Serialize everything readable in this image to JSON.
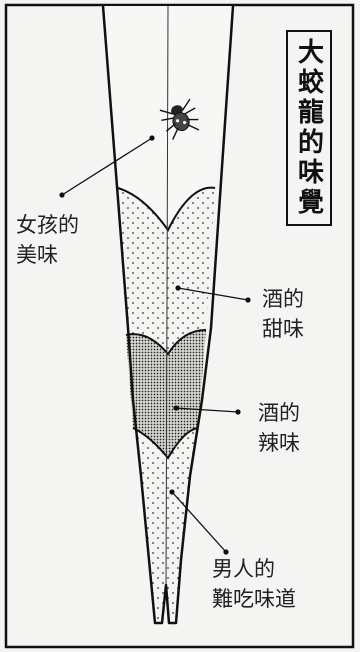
{
  "title": "大蛟龍的味覺",
  "labels": {
    "girl": "女孩的\n美味",
    "sweet": "酒的\n甜味",
    "spicy": "酒的\n辣味",
    "man": "男人的\n難吃味道"
  }
}
